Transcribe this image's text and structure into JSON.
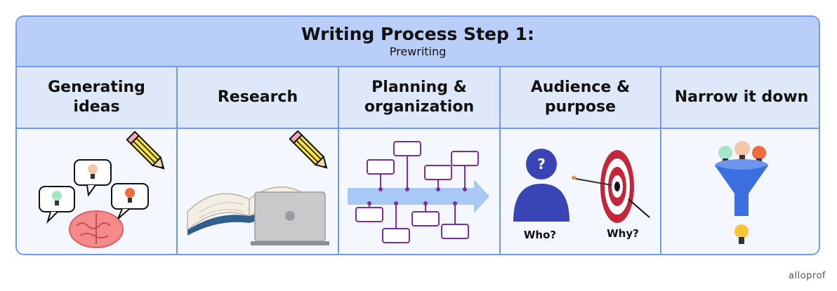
{
  "header": {
    "title": "Writing Process Step 1:",
    "subtitle": "Prewriting"
  },
  "columns": [
    {
      "label": "Generating ideas",
      "icon": "brain-ideas-icon"
    },
    {
      "label": "Research",
      "icon": "book-laptop-icon"
    },
    {
      "label": "Planning & organization",
      "icon": "timeline-icon"
    },
    {
      "label": "Audience & purpose",
      "icon": "person-target-icon"
    },
    {
      "label": "Narrow it down",
      "icon": "funnel-icon"
    }
  ],
  "audience": {
    "who_label": "Who?",
    "why_label": "Why?"
  },
  "brand": "alloprof",
  "colors": {
    "border": "#6f9be6",
    "header_bg": "#b9cffa",
    "column_header_bg": "#dfe8f9",
    "body_bg": "#f4f7fd",
    "accent_purple": "#7b2f9e",
    "person_blue": "#3a45b5",
    "funnel_blue": "#3b6fe0"
  }
}
